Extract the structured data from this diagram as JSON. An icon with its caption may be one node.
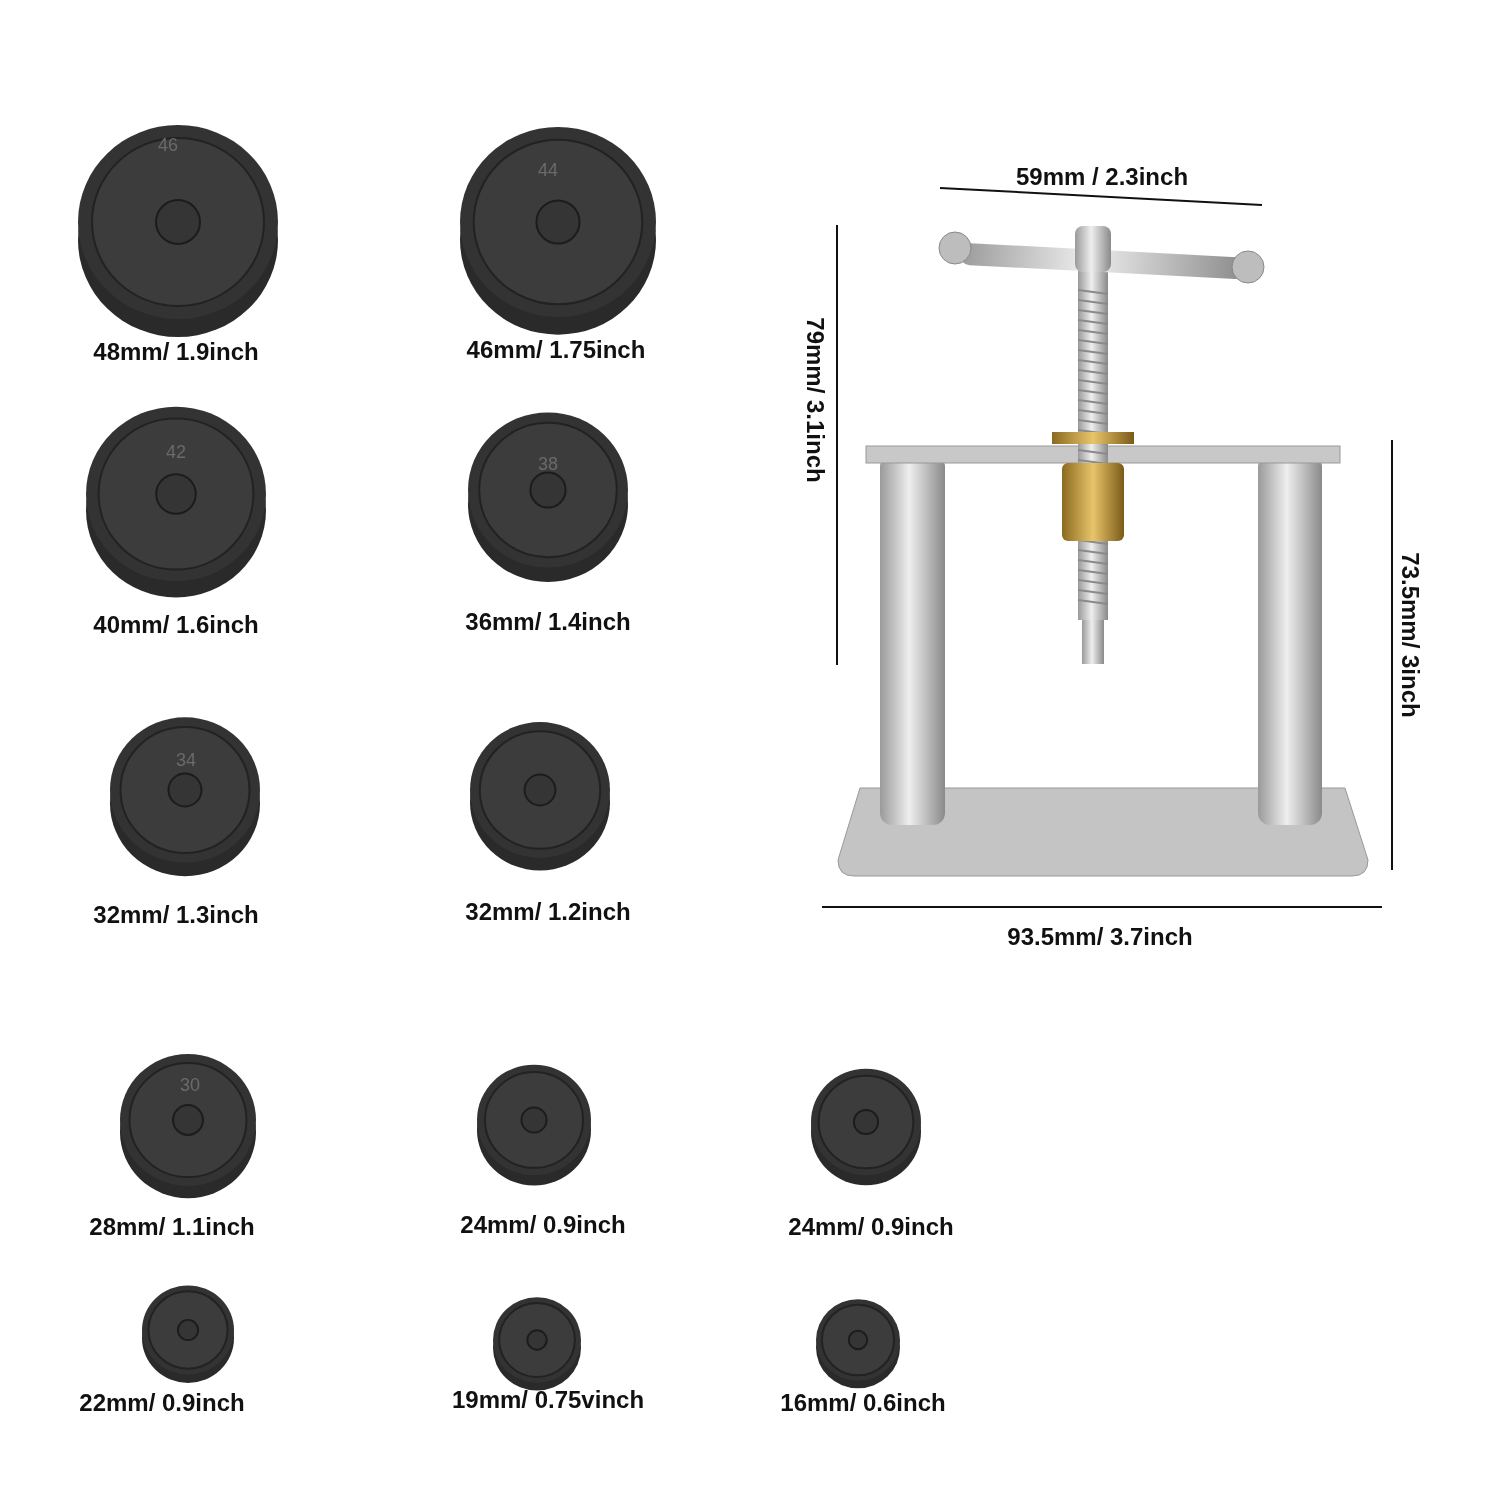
{
  "diagram": {
    "labels": [
      "59mm / 2.3inch",
      "46",
      "44",
      "48mm/ 1.9inch",
      "46mm/ 1.75inch",
      "79mm/ 3.1inch",
      "42",
      "38",
      "40mm/ 1.6inch",
      "36mm/ 1.4inch",
      "73.5mm/ 3inch",
      "34",
      "32mm/ 1.3inch",
      "32mm/ 1.2inch",
      "93.5mm/ 3.7inch",
      "30",
      "28mm/ 1.1inch",
      "24mm/ 0.9inch",
      "24mm/ 0.9inch",
      "22mm/ 0.9inch",
      "19mm/ 0.75vinch",
      "16mm/ 0.6inch"
    ]
  }
}
